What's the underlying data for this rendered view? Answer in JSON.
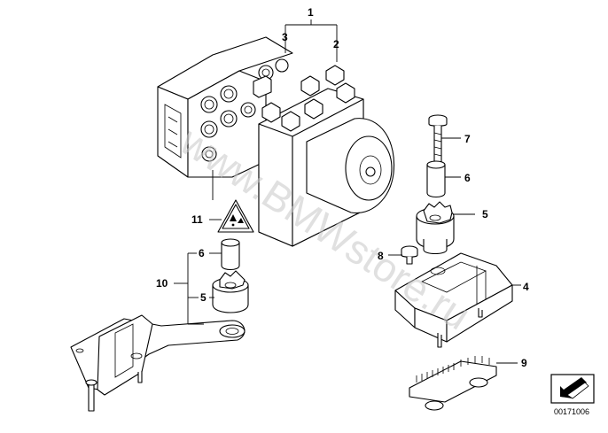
{
  "watermark": "www.BMWstore.ru",
  "document_id": "00171006",
  "callouts": [
    {
      "id": "c1",
      "label": "1"
    },
    {
      "id": "c2",
      "label": "2"
    },
    {
      "id": "c3",
      "label": "3"
    },
    {
      "id": "c4",
      "label": "4"
    },
    {
      "id": "c5a",
      "label": "5"
    },
    {
      "id": "c5b",
      "label": "5"
    },
    {
      "id": "c6a",
      "label": "6"
    },
    {
      "id": "c6b",
      "label": "6"
    },
    {
      "id": "c7",
      "label": "7"
    },
    {
      "id": "c8",
      "label": "8"
    },
    {
      "id": "c9",
      "label": "9"
    },
    {
      "id": "c10",
      "label": "10"
    },
    {
      "id": "c11",
      "label": "11"
    }
  ],
  "icons": {
    "warning_label": "warning-triangle-icon",
    "nav_arrow": "arrow-down-left-icon"
  }
}
